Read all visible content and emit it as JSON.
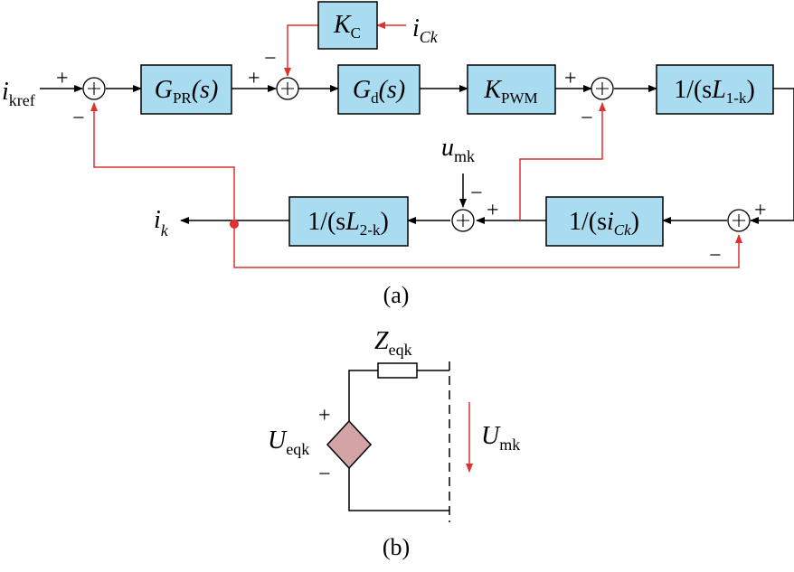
{
  "colors": {
    "block_fill": "#a9dcf1",
    "feedback_line": "#e03030",
    "source_fill": "#d4a3a6"
  },
  "blocks": {
    "gpr": {
      "main": "G",
      "sub": "PR",
      "post": "(s)"
    },
    "kc": {
      "main": "K",
      "sub": "C"
    },
    "gd": {
      "main": "G",
      "sub": "d",
      "post": "(s)"
    },
    "kpwm": {
      "main": "K",
      "sub": "PWM"
    },
    "l1": {
      "pre": "1/(s",
      "main": "L",
      "sub": "1-k",
      "post": ")"
    },
    "l2": {
      "pre": "1/(s",
      "main": "L",
      "sub": "2-k",
      "post": ")"
    },
    "c": {
      "pre": "1/(s",
      "main": "i",
      "sub": "Ck",
      "post": ")"
    }
  },
  "signals": {
    "ikref": {
      "main": "i",
      "sub": "kref"
    },
    "ick": {
      "main": "i",
      "sub": "Ck"
    },
    "umk": {
      "main": "u",
      "sub": "mk"
    },
    "ik": {
      "main": "i",
      "sub": "k"
    }
  },
  "signs": {
    "plus": "+",
    "minus": "−"
  },
  "circuit": {
    "zeq": {
      "main": "Z",
      "sub": "eqk"
    },
    "ueq": {
      "main": "U",
      "sub": "eqk"
    },
    "umk": {
      "main": "U",
      "sub": "mk"
    }
  },
  "captions": {
    "a": "(a)",
    "b": "(b)"
  }
}
